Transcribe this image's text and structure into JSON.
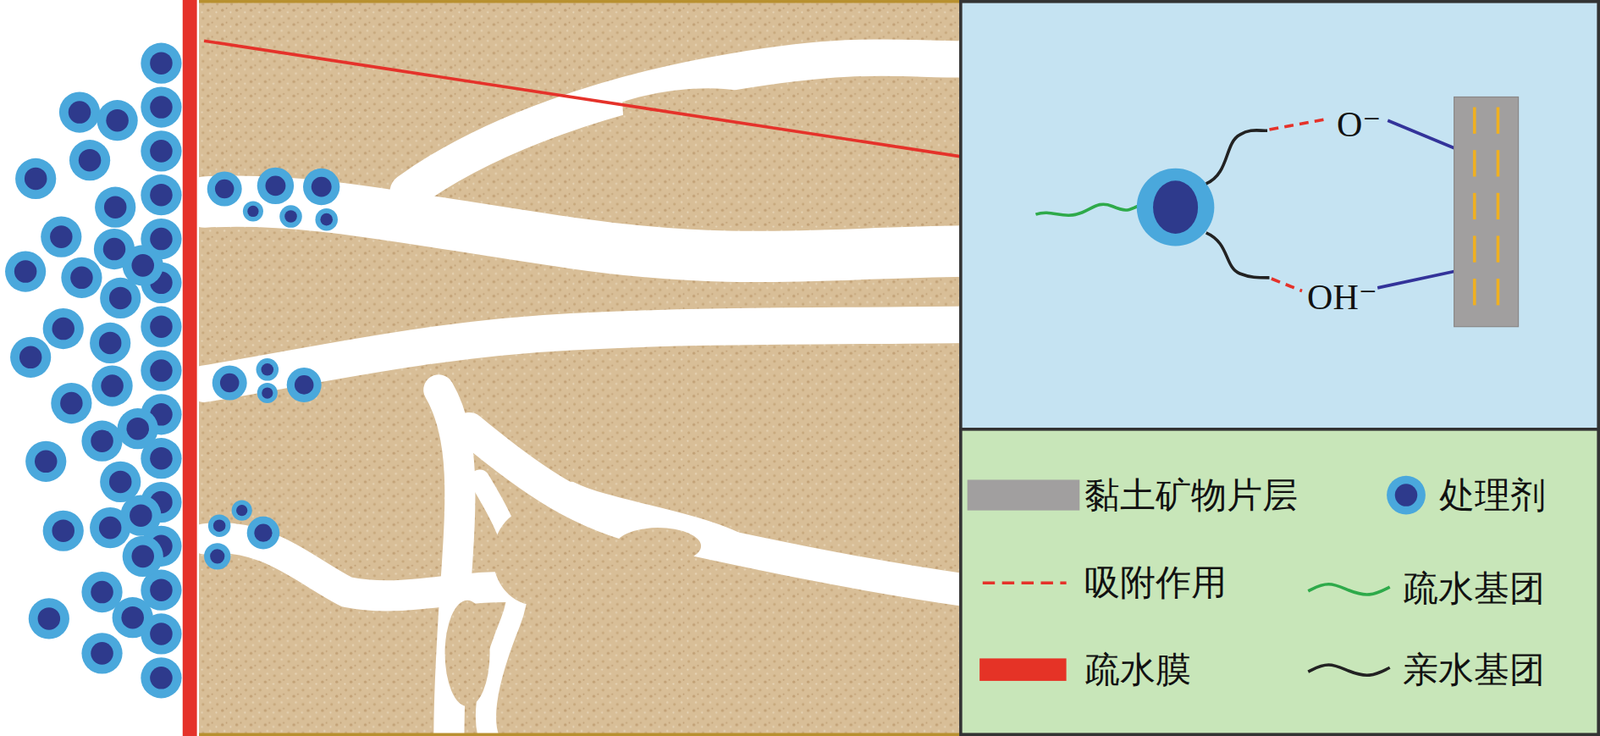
{
  "diagram": {
    "labels": [
      "O⁻",
      "OH⁻"
    ],
    "legend": [
      {
        "text": "黏土矿物片层",
        "color": "#a19f9f"
      },
      {
        "text": "处理剂"
      },
      {
        "text": "吸附作用"
      },
      {
        "text": "疏水基团"
      },
      {
        "text": "疏水膜",
        "color": "#e53326"
      },
      {
        "text": "亲水基团"
      }
    ]
  }
}
